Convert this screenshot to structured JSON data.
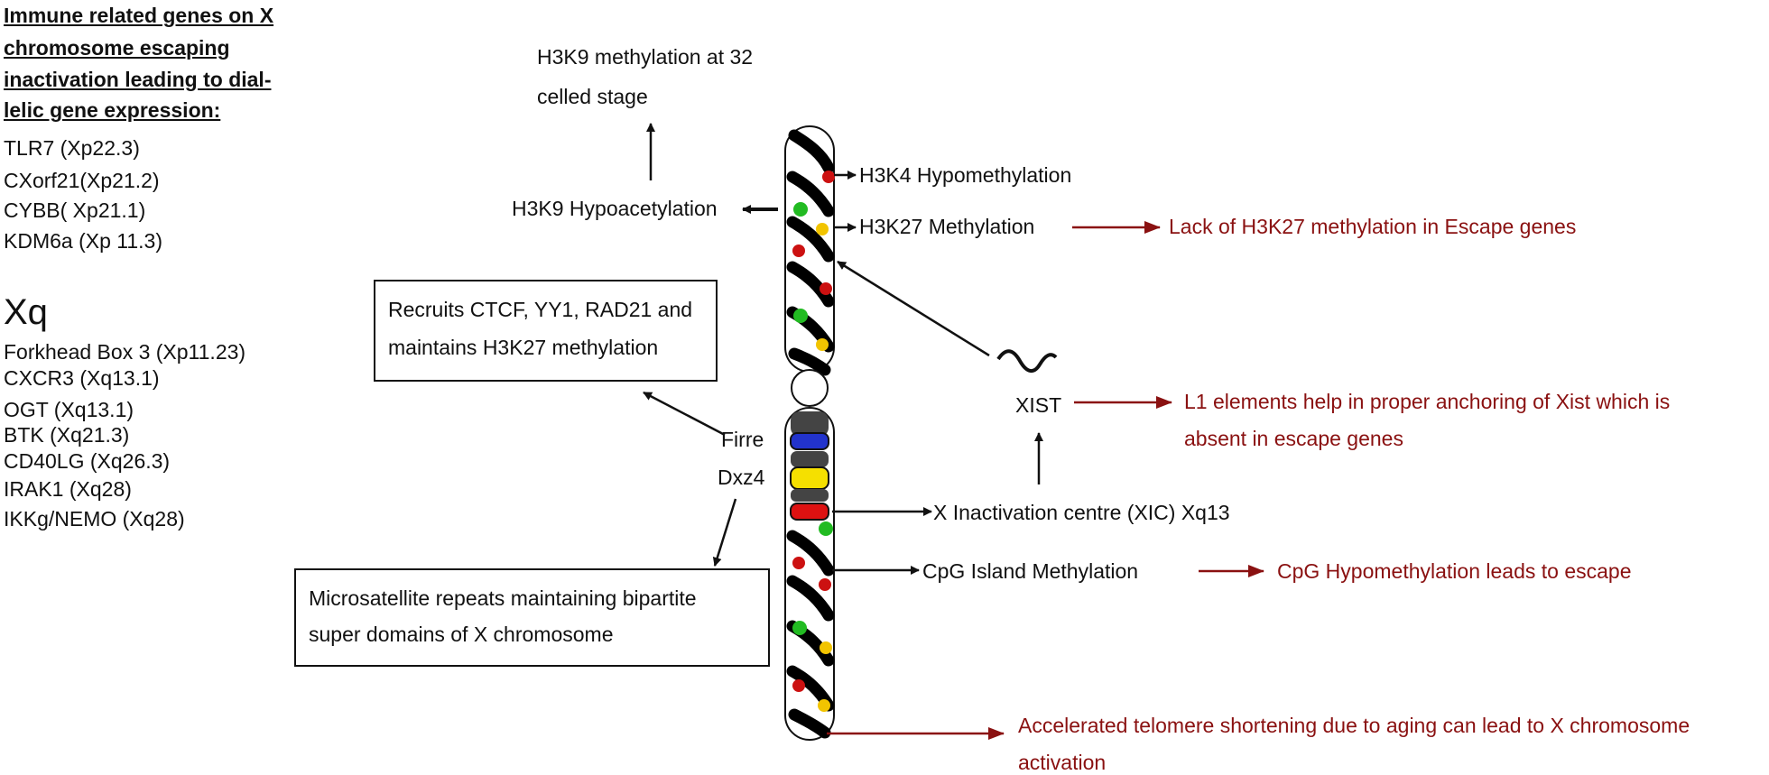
{
  "left_panel": {
    "heading_lines": [
      "Immune related genes on X",
      "chromosome escaping",
      "inactivation leading to dial-",
      "lelic gene expression:"
    ],
    "xp_genes": [
      "TLR7 (Xp22.3)",
      "CXorf21(Xp21.2)",
      "CYBB( Xp21.1)",
      "KDM6a (Xp 11.3)"
    ],
    "xq_title": "Xq",
    "xq_genes": [
      "Forkhead Box 3 (Xp11.23)",
      "CXCR3 (Xq13.1)",
      "OGT (Xq13.1)",
      "BTK (Xq21.3)",
      "CD40LG (Xq26.3)",
      "IRAK1 (Xq28)",
      "IKKg/NEMO (Xq28)"
    ]
  },
  "labels": {
    "h3k9_methylation": [
      "H3K9 methylation at 32",
      "celled stage"
    ],
    "h3k9_hypoacetylation": "H3K9 Hypoacetylation",
    "h3k4": "H3K4 Hypomethylation",
    "h3k27": "H3K27 Methylation",
    "h3k27_escape": "Lack of H3K27 methylation in Escape genes",
    "recruits_box": [
      "Recruits CTCF, YY1, RAD21 and",
      "maintains H3K27 methylation"
    ],
    "firre": "Firre",
    "dxz4": "Dxz4",
    "xist": "XIST",
    "l1_elements": [
      "L1 elements help in proper anchoring of Xist which is",
      "absent in escape genes"
    ],
    "xic": "X Inactivation centre (XIC) Xq13",
    "cpg": "CpG Island Methylation",
    "cpg_escape": "CpG Hypomethylation leads to escape",
    "microsatellite_box": [
      "Microsatellite repeats maintaining bipartite",
      "super domains of X chromosome"
    ],
    "telomere": [
      "Accelerated telomere shortening due to aging can lead to X chromosome",
      "activation"
    ]
  },
  "colors": {
    "text": "#111111",
    "escape_red": "#8a1111",
    "dot_red": "#cc1111",
    "dot_green": "#22bb22",
    "dot_yellow": "#f2c400",
    "band_blue": "#2233cc",
    "band_yellow": "#f5e000",
    "band_red": "#dd1111"
  }
}
